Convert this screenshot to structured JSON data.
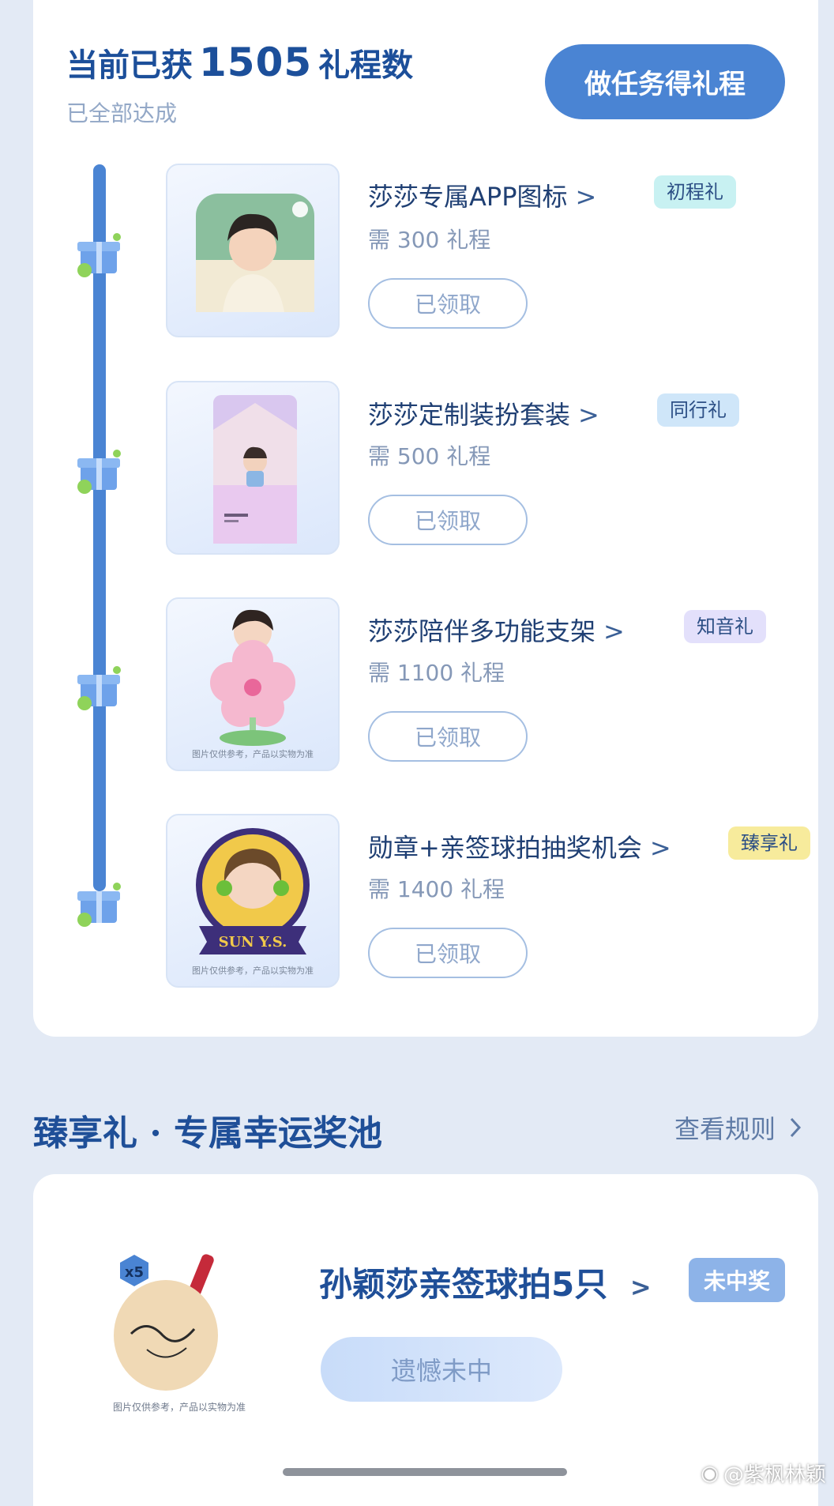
{
  "progress": {
    "title_prefix": "当前已获",
    "points": "1505",
    "title_suffix": "礼程数",
    "status": "已全部达成",
    "task_button": "做任务得礼程"
  },
  "rewards": [
    {
      "title": "莎莎专属APP图标",
      "tier": "初程礼",
      "tier_color": "#c8f1f2",
      "requirement": "需 300 礼程",
      "button": "已领取"
    },
    {
      "title": "莎莎定制装扮套装",
      "tier": "同行礼",
      "tier_color": "#cfe6f9",
      "requirement": "需 500 礼程",
      "button": "已领取"
    },
    {
      "title": "莎莎陪伴多功能支架",
      "tier": "知音礼",
      "tier_color": "#e3e0fb",
      "requirement": "需 1100 礼程",
      "button": "已领取",
      "caption": "图片仅供参考，产品以实物为准"
    },
    {
      "title": "勋章+亲签球拍抽奖机会",
      "tier": "臻享礼",
      "tier_color": "#f7eb9c",
      "requirement": "需 1400 礼程",
      "button": "已领取",
      "caption": "图片仅供参考，产品以实物为准",
      "badge_text": "SUN Y.S."
    }
  ],
  "lottery": {
    "section_title": "臻享礼 · 专属幸运奖池",
    "rules_link": "查看规则",
    "prize": {
      "multiplier": "x5",
      "caption": "图片仅供参考，产品以实物为准",
      "title": "孙颖莎亲签球拍5只",
      "status": "未中奖",
      "button": "遗憾未中"
    }
  },
  "watermark": "@紫枫林颖",
  "colors": {
    "accent": "#4a84d3",
    "title": "#1f4f98",
    "background": "#e3eaf5"
  }
}
